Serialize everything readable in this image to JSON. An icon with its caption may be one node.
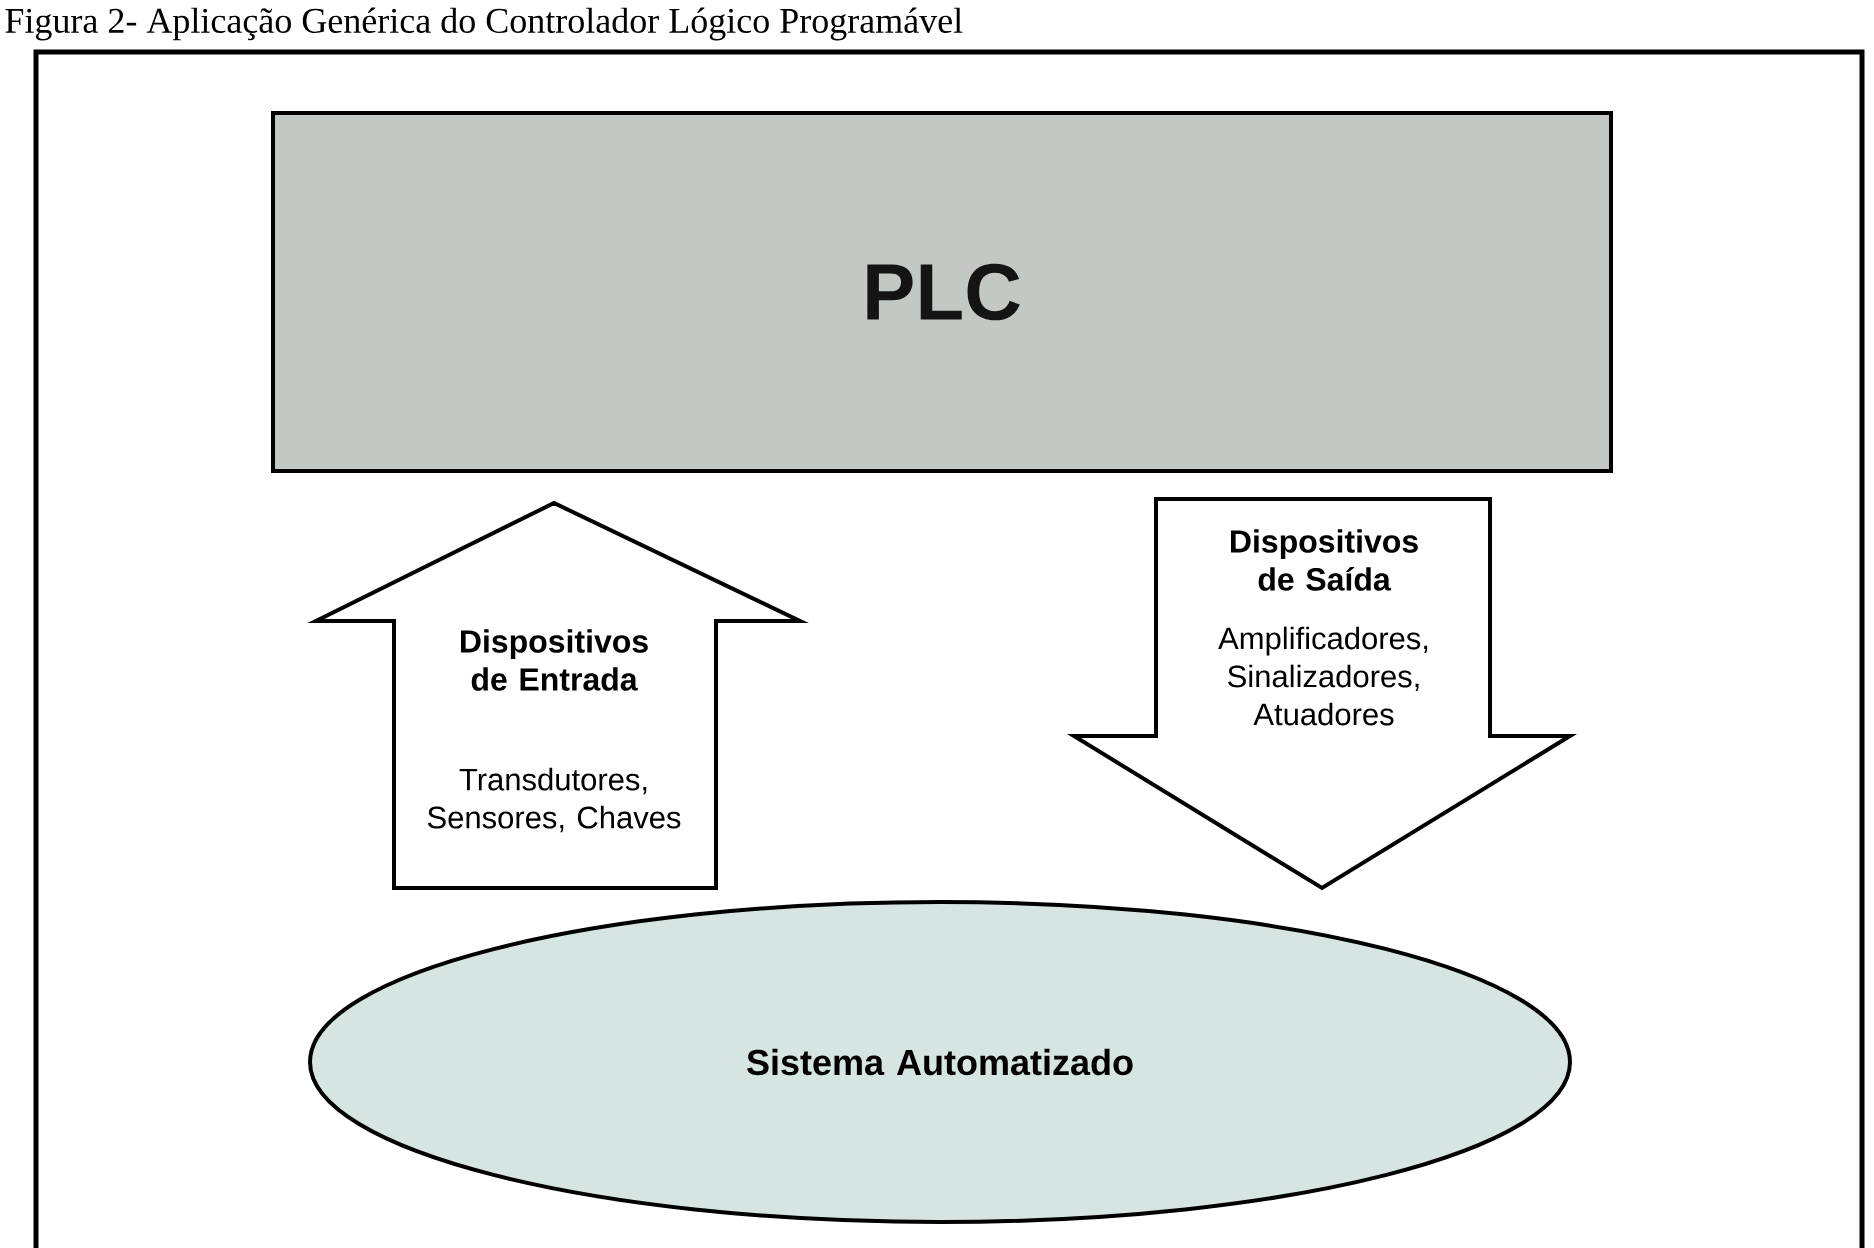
{
  "diagram": {
    "title": "Figura 2- Aplicação Genérica do Controlador Lógico Programável",
    "nodes": [
      {
        "text": [
          "PLC"
        ]
      },
      {
        "text": [
          "Sistema Automatizado"
        ]
      }
    ],
    "edges": [
      {
        "from": 1,
        "to": 0,
        "arrow": "to",
        "label": "Dispositivos de Entrada"
      },
      {
        "from": 0,
        "to": 1,
        "arrow": "to",
        "label": "Dispositivos de Saída"
      }
    ],
    "labels": [
      "Transdutores, Sensores, Chaves",
      "Amplificadores, Sinalizadores, Atuadores"
    ]
  }
}
